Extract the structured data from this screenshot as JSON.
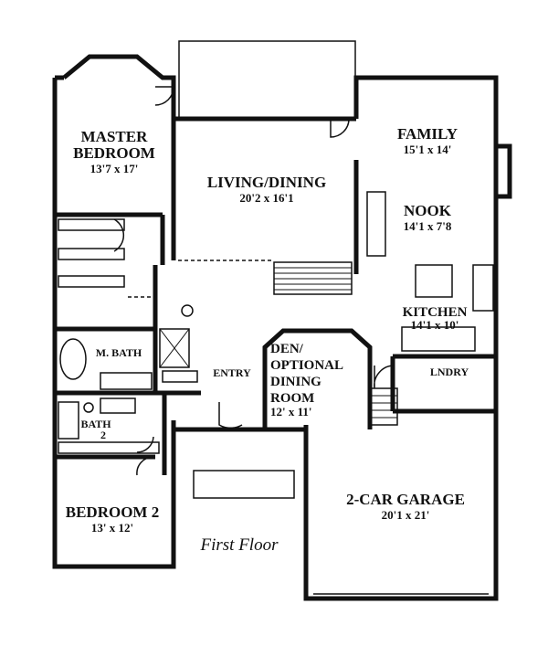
{
  "rooms": {
    "master_bedroom": {
      "name_line1": "MASTER",
      "name_line2": "BEDROOM",
      "size": "13'7 x 17'"
    },
    "living_dining": {
      "name": "LIVING/DINING",
      "size": "20'2 x 16'1"
    },
    "family": {
      "name": "FAMILY",
      "size": "15'1 x 14'"
    },
    "nook": {
      "name": "NOOK",
      "size": "14'1 x 7'8"
    },
    "kitchen": {
      "name": "KITCHEN",
      "size": "14'1 x 10'"
    },
    "m_bath": {
      "name": "M. BATH"
    },
    "entry": {
      "name": "ENTRY"
    },
    "den": {
      "name_line1": "DEN/",
      "name_line2": "OPTIONAL",
      "name_line3": "DINING",
      "name_line4": "ROOM",
      "size": "12' x 11'"
    },
    "lndry": {
      "name": "LNDRY"
    },
    "bath2": {
      "name": "BATH",
      "number": "2"
    },
    "bedroom2": {
      "name": "BEDROOM 2",
      "size": "13' x 12'"
    },
    "garage": {
      "name": "2-CAR GARAGE",
      "size": "20'1 x 21'"
    }
  },
  "floor_label": "First Floor"
}
